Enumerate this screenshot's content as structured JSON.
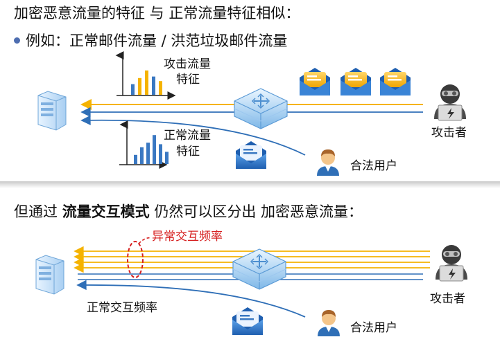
{
  "top": {
    "heading": "加密恶意流量的特征 与 正常流量特征相似：",
    "example": "例如：正常邮件流量 / 洪范垃圾邮件流量",
    "attack_feature": [
      "攻击流量",
      "特征"
    ],
    "normal_feature": [
      "正常流量",
      "特征"
    ],
    "attacker": "攻击者",
    "user": "合法用户",
    "attack_bar_levels": [
      0.35,
      0.55,
      0.8,
      0.6,
      0.45
    ],
    "normal_bar_levels": [
      0.3,
      0.55,
      0.7,
      0.95,
      0.65,
      0.4
    ]
  },
  "bottom": {
    "heading_pre": "但通过 ",
    "heading_bold": "流量交互模式",
    "heading_post": " 仍然可以区分出 加密恶意流量：",
    "abnormal_rate": "异常交互频率",
    "normal_rate": "正常交互频率",
    "attacker": "攻击者",
    "user": "合法用户"
  },
  "colors": {
    "attack_flow": "#f5b301",
    "normal_flow": "#2f6fb7",
    "highlight": "#d61f1f",
    "chart_attack": "#f5b301",
    "chart_normal": "#3a78c2"
  },
  "icons": [
    "server-icon",
    "network-switch-icon",
    "email-icon",
    "hacker-icon",
    "user-icon"
  ]
}
